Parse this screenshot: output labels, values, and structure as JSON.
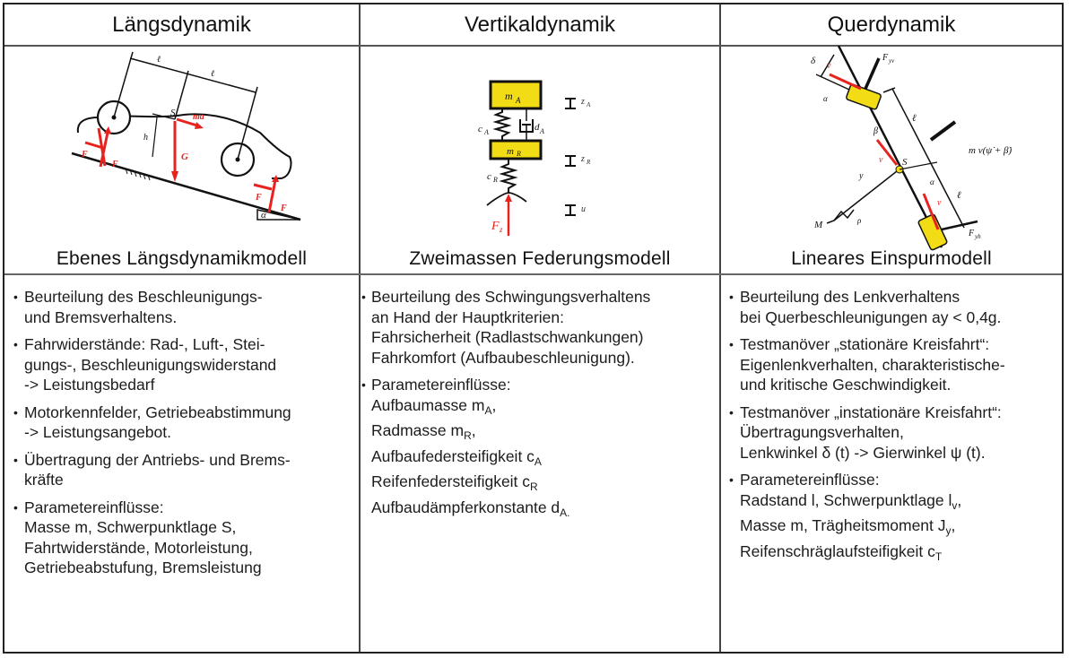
{
  "columns": [
    {
      "header": "Längsdynamik",
      "caption": "Ebenes Längsdynamikmodell",
      "diagram": {
        "icon": "longitudinal-dynamics-car-on-slope-diagram",
        "labels": {
          "lv": "ℓ",
          "lv_sub": "v",
          "lh": "ℓ",
          "lh_sub": "h",
          "S": "S",
          "ma": "ma",
          "h": "h",
          "G": "G",
          "Frv": "F",
          "Frv_sub": "rv",
          "Fzv": "F",
          "Fzv_sub": "zv",
          "Frh": "F",
          "Frh_sub": "rh",
          "Fzh": "F",
          "Fzh_sub": "zh",
          "alpha": "α"
        }
      },
      "bullets": [
        {
          "lines": [
            "Beurteilung des Beschleunigungs-",
            "und Bremsverhaltens."
          ]
        },
        {
          "lines": [
            "Fahrwiderstände: Rad-, Luft-, Stei-",
            "gungs-, Beschleunigungswiderstand",
            "-> Leistungsbedarf"
          ]
        },
        {
          "lines": [
            "Motorkennfelder, Getriebeabstimmung",
            "-> Leistungsangebot."
          ]
        },
        {
          "lines": [
            "Übertragung der Antriebs- und Brems-",
            "kräfte"
          ]
        },
        {
          "lines": [
            "Parametereinflüsse:",
            "Masse m, Schwerpunktlage S,",
            "Fahrtwiderstände, Motorleistung,",
            "Getriebeabstufung, Bremsleistung"
          ]
        }
      ]
    },
    {
      "header": "Vertikaldynamik",
      "caption": "Zweimassen Federungsmodell",
      "diagram": {
        "icon": "two-mass-suspension-diagram",
        "labels": {
          "mA": "m",
          "mA_sub": "A",
          "mR": "m",
          "mR_sub": "R",
          "cA": "c",
          "cA_sub": "A",
          "dA": "d",
          "dA_sub": "A",
          "cR": "c",
          "cR_sub": "R",
          "zA": "z",
          "zA_sub": "A",
          "zR": "z",
          "zR_sub": "R",
          "u": "u",
          "Fz": "F",
          "Fz_sub": "z"
        }
      },
      "bullets": [
        {
          "lines": [
            "Beurteilung des Schwingungsverhaltens",
            "an Hand der Hauptkriterien:",
            "Fahrsicherheit (Radlastschwankungen)",
            "Fahrkomfort (Aufbaubeschleunigung)."
          ]
        },
        {
          "lines": [
            "Parametereinflüsse:"
          ],
          "params": [
            {
              "text": "Aufbaumasse m",
              "sub": "A",
              "suffix": ","
            },
            {
              "text": "Radmasse m",
              "sub": "R",
              "suffix": ","
            },
            {
              "text": "Aufbaufedersteifigkeit c",
              "sub": "A",
              "suffix": ""
            },
            {
              "text": "Reifenfedersteifigkeit c",
              "sub": "R",
              "suffix": ""
            },
            {
              "text": "Aufbaudämpferkonstante d",
              "sub": "A.",
              "suffix": ""
            }
          ]
        }
      ]
    },
    {
      "header": "Querdynamik",
      "caption": "Lineares Einspurmodell",
      "diagram": {
        "icon": "single-track-model-diagram",
        "labels": {
          "delta": "δ",
          "vv": "v",
          "vv_sub": "v",
          "alphav": "α",
          "alphav_sub": "v",
          "Fyv": "F",
          "Fyv_sub": "yv",
          "lv": "ℓ",
          "lv_sub": "v",
          "beta": "β",
          "v": "v",
          "S": "S",
          "force": "m v(ψ̇ + β̇)",
          "yl": "y",
          "yl_sub": "1",
          "alphah": "α",
          "alphah_sub": "h",
          "lh": "ℓ",
          "lh_sub": "h",
          "vh": "v",
          "vh_sub": "h",
          "M": "M",
          "rhoM": "ρ",
          "rhoM_sub": "M",
          "Fyh": "F",
          "Fyh_sub": "yh"
        }
      },
      "bullets": [
        {
          "lines": [
            "Beurteilung des Lenkverhaltens",
            "bei Querbeschleunigungen ay < 0,4g."
          ]
        },
        {
          "lines": [
            "Testmanöver „stationäre Kreisfahrt“:",
            "Eigenlenkverhalten, charakteristische-",
            "und kritische Geschwindigkeit."
          ]
        },
        {
          "lines": [
            "Testmanöver „instationäre Kreisfahrt“:",
            "Übertragungsverhalten,",
            "Lenkwinkel δ (t) -> Gierwinkel ψ (t)."
          ]
        },
        {
          "lines": [
            "Parametereinflüsse:"
          ],
          "params": [
            {
              "text": "Radstand l,  Schwerpunktlage l",
              "sub": "v",
              "suffix": ","
            },
            {
              "text": "Masse m, Trägheitsmoment J",
              "sub": "y",
              "suffix": ","
            },
            {
              "text": "Reifenschräglaufsteifigkeit c",
              "sub": "T",
              "suffix": ""
            }
          ]
        }
      ]
    }
  ],
  "bullet_glyph": "•",
  "colors": {
    "border": "#222222",
    "force_red": "#e8231f",
    "mass_yellow": "#f2dc16",
    "text": "#1a1a1a"
  }
}
